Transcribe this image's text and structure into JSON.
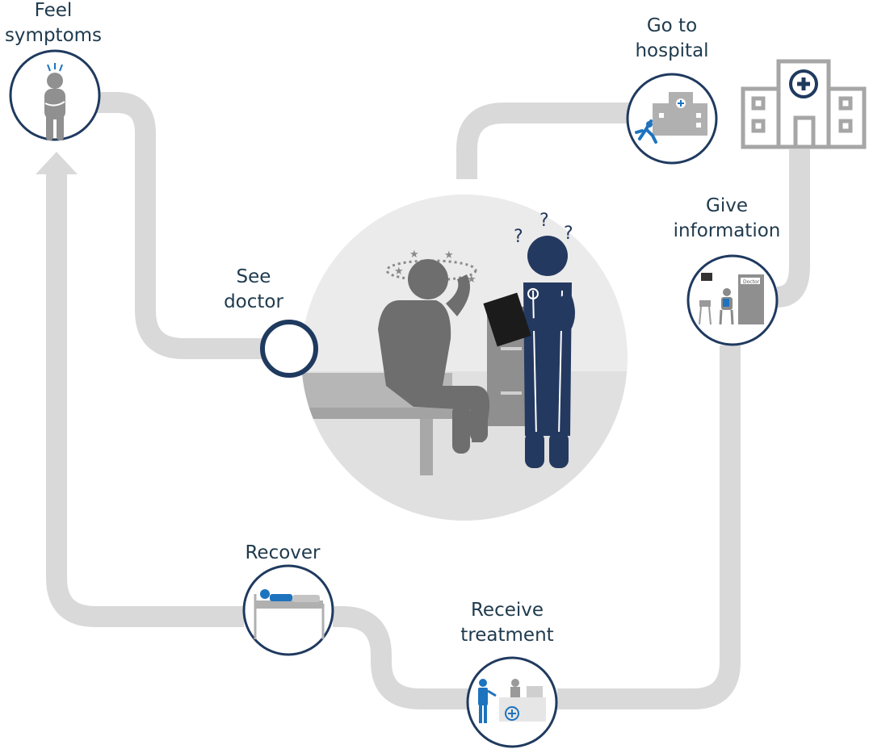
{
  "diagram": {
    "type": "patient-journey-flow",
    "colors": {
      "path": "#d9d9d9",
      "circle_stroke": "#1f3a5f",
      "navy": "#24395f",
      "accent_blue": "#1e73be",
      "figure_gray": "#6f6f6f",
      "label_text": "#1f3a4d"
    },
    "steps": [
      {
        "id": "feel-symptoms",
        "lines": [
          "Feel",
          "symptoms"
        ],
        "icon": "symptoms-person-icon"
      },
      {
        "id": "go-to-hospital",
        "lines": [
          "Go to",
          "hospital"
        ],
        "icon": "running-to-hospital-icon"
      },
      {
        "id": "give-information",
        "lines": [
          "Give",
          "information"
        ],
        "icon": "waiting-room-icon"
      },
      {
        "id": "see-doctor",
        "lines": [
          "See",
          "doctor"
        ],
        "icon": "empty-circle"
      },
      {
        "id": "receive-treatment",
        "lines": [
          "Receive",
          "treatment"
        ],
        "icon": "reception-desk-icon"
      },
      {
        "id": "recover",
        "lines": [
          "Recover"
        ],
        "icon": "patient-in-bed-icon"
      }
    ],
    "doctor_sign": "Doctor",
    "question_marks": [
      "?",
      "?",
      "?"
    ]
  }
}
